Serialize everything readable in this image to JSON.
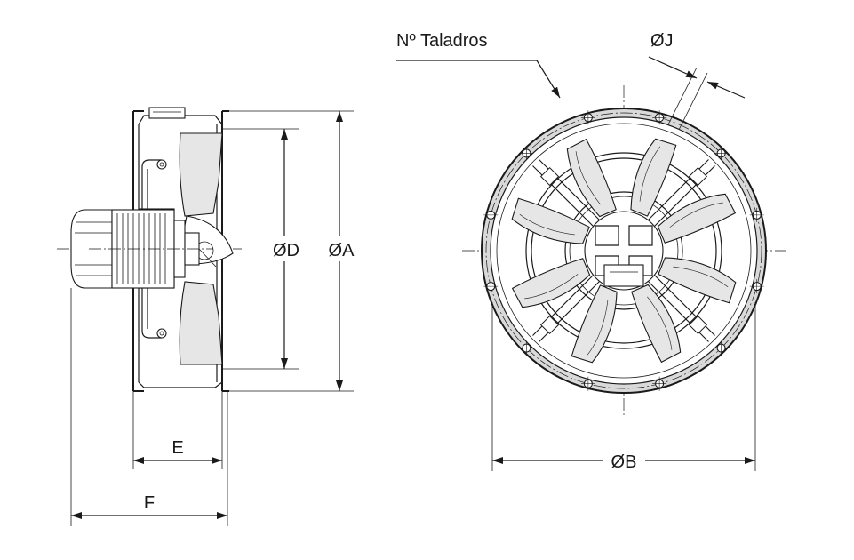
{
  "labels": {
    "D": "ØD",
    "A": "ØA",
    "E": "E",
    "F": "F",
    "B": "ØB",
    "J": "ØJ",
    "holes": "Nº Taladros"
  }
}
